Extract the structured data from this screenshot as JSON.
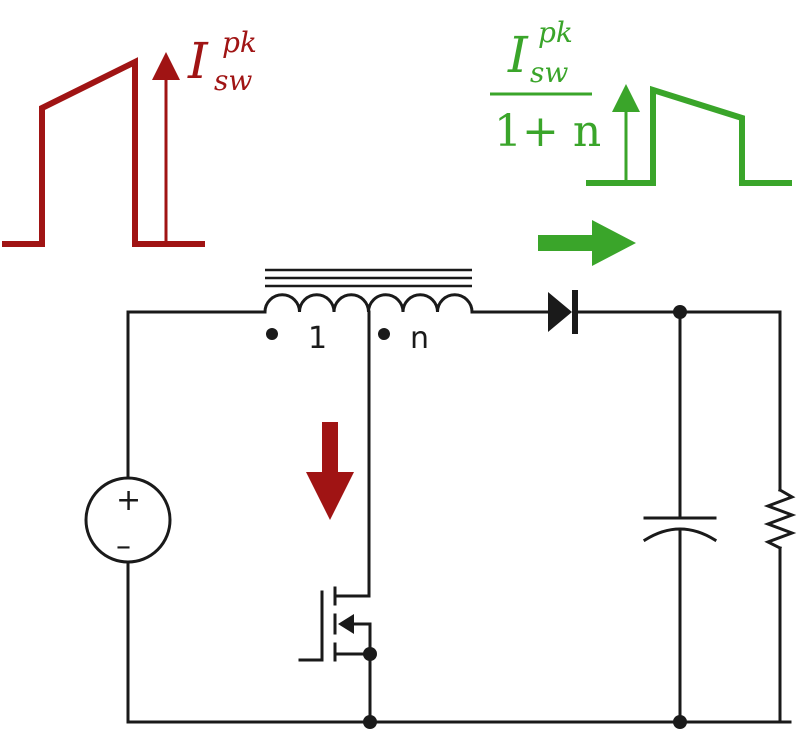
{
  "colors": {
    "primary_current": "#a01414",
    "secondary_current": "#3aa52a",
    "wire": "#1a1a1a"
  },
  "primary_waveform": {
    "symbol": "I",
    "superscript": "pk",
    "subscript": "sw"
  },
  "secondary_waveform": {
    "symbol": "I",
    "superscript": "pk",
    "subscript": "sw",
    "denominator": "1+ n"
  },
  "transformer": {
    "primary_turns": "1",
    "secondary_turns": "n"
  },
  "source": {
    "plus": "+",
    "minus": "–"
  }
}
